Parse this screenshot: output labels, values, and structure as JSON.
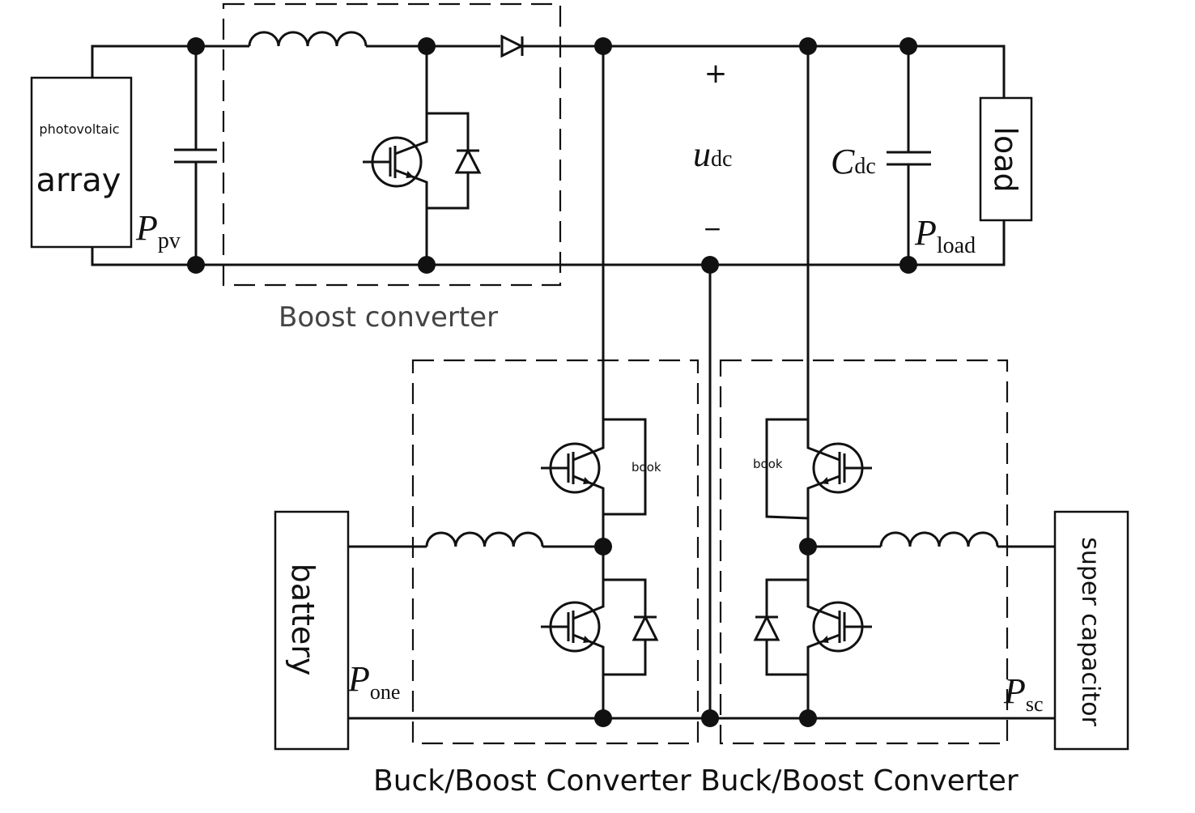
{
  "components": {
    "pv": {
      "line1": "photovoltaic",
      "line2": "array"
    },
    "load": "load",
    "battery": "battery",
    "supercap": "super capacitor",
    "book_left": "book",
    "book_right": "book"
  },
  "symbols": {
    "plus": "+",
    "minus": "−",
    "udc_main": "u",
    "udc_sub": "dc",
    "cdc_main": "C",
    "cdc_sub": "dc",
    "ppv_main": "P",
    "ppv_sub": "pv",
    "pload_main": "P",
    "pload_sub": "load",
    "pone_main": "P",
    "pone_sub": "one",
    "psc_main": "P",
    "psc_sub": "sc"
  },
  "labels": {
    "boost": "Boost converter",
    "buckboost": "Buck/Boost Converter Buck/Boost Converter"
  }
}
